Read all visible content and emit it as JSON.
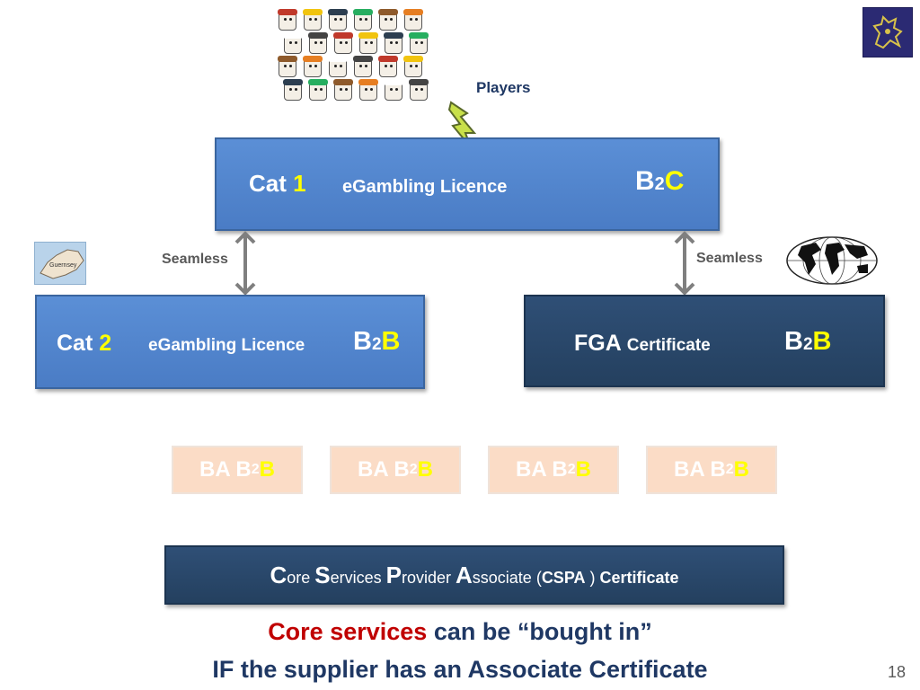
{
  "players_label": "Players",
  "cat1": {
    "cat": "Cat",
    "num": "1",
    "licence": "eGambling Licence",
    "b1": "B",
    "two": "2",
    "b2": "C"
  },
  "cat2": {
    "cat": "Cat",
    "num": "2",
    "licence": "eGambling Licence",
    "b1": "B",
    "two": "2",
    "b2": "B"
  },
  "fga": {
    "fga": "FGA",
    "cert": "Certificate",
    "b1": "B",
    "two": "2",
    "b2": "B"
  },
  "seamless_left": "Seamless",
  "seamless_right": "Seamless",
  "guernsey_label": "Guernsey",
  "ba_boxes": [
    {
      "ba": "BA B",
      "two": "2",
      "b": "B"
    },
    {
      "ba": "BA B",
      "two": "2",
      "b": "B"
    },
    {
      "ba": "BA B",
      "two": "2",
      "b": "B"
    },
    {
      "ba": "BA B",
      "two": "2",
      "b": "B"
    }
  ],
  "cspa": {
    "c": "C",
    "ore": "ore ",
    "s": "S",
    "ervices": "ervices ",
    "p": "P",
    "rovider": "rovider ",
    "a": "A",
    "ssociate": "ssociate (",
    "cspa": "CSPA",
    "close": " ) ",
    "certificate": "Certificate"
  },
  "footer": {
    "line1_red": "Core services",
    "line1_rest": " can be “bought in”",
    "line2": "IF the supplier has an Associate Certificate"
  },
  "page_number": "18",
  "colors": {
    "light_box": "#4a7cc5",
    "dark_box": "#24405f",
    "accent_yellow": "#ffff00",
    "footer_blue": "#1f3864",
    "footer_red": "#c00000",
    "ba_fill": "#fbdcc6"
  }
}
